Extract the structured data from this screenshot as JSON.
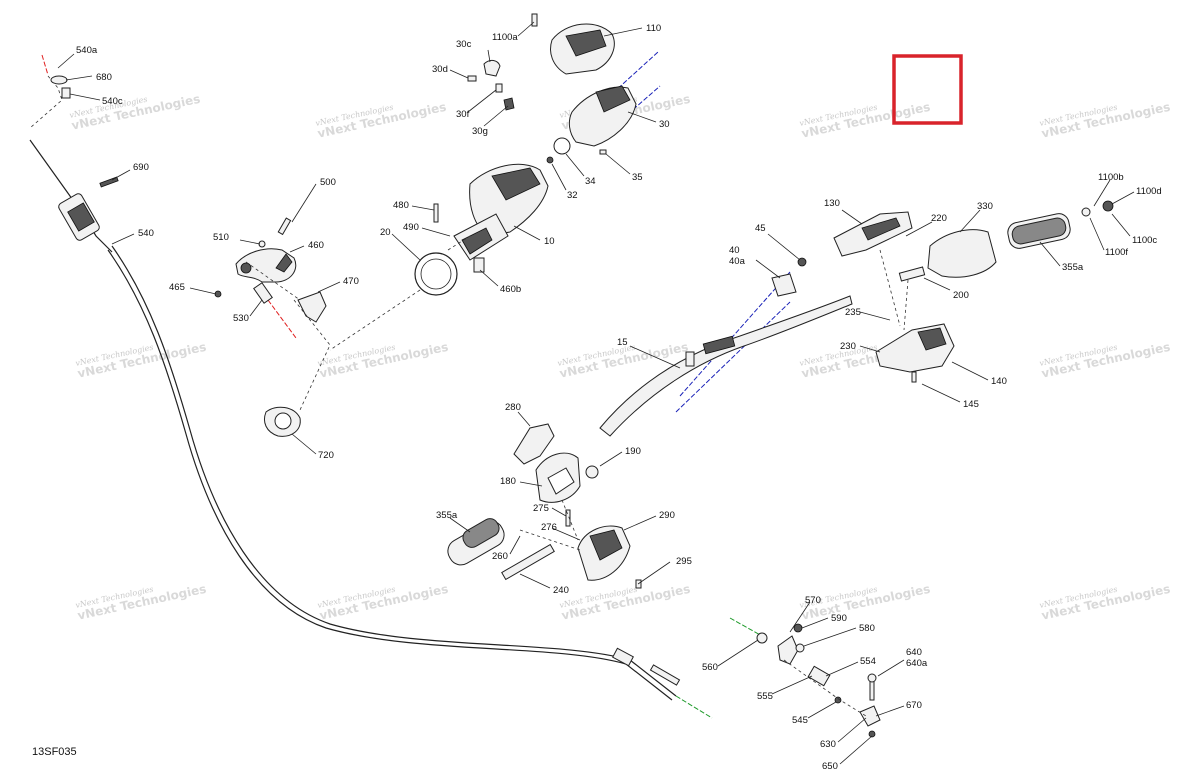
{
  "diagram_code": "13SF035",
  "watermark": {
    "line1": "vNext Technologies",
    "line2": "vNext Technologies"
  },
  "labels": {
    "l540a": "540a",
    "l680": "680",
    "l540c": "540c",
    "l690": "690",
    "l540": "540",
    "l500": "500",
    "l510": "510",
    "l460": "460",
    "l465": "465",
    "l470": "470",
    "l530": "530",
    "l720": "720",
    "l480": "480",
    "l490": "490",
    "l20": "20",
    "l460b": "460b",
    "l10": "10",
    "l110": "110",
    "l1100a": "1100a",
    "l30c": "30c",
    "l30d": "30d",
    "l30f": "30f",
    "l30g": "30g",
    "l30": "30",
    "l32": "32",
    "l34": "34",
    "l35": "35",
    "l45": "45",
    "l40": "40",
    "l40a": "40a",
    "l15": "15",
    "l130": "130",
    "l220": "220",
    "l330": "330",
    "l200": "200",
    "l355a_r": "355a",
    "l1100b": "1100b",
    "l1100d": "1100d",
    "l1100c": "1100c",
    "l1100f": "1100f",
    "l235": "235",
    "l230": "230",
    "l140": "140",
    "l145": "145",
    "l280": "280",
    "l190": "190",
    "l180": "180",
    "l275": "275",
    "l276": "276",
    "l290": "290",
    "l355a_l": "355a",
    "l260": "260",
    "l240": "240",
    "l295": "295",
    "l570": "570",
    "l590": "590",
    "l580": "580",
    "l560": "560",
    "l554": "554",
    "l640": "640",
    "l640a": "640a",
    "l555": "555",
    "l545": "545",
    "l670": "670",
    "l630": "630",
    "l650": "650"
  },
  "colors": {
    "red_box": "#d9232b",
    "blue_axis": "#1a22b8",
    "red_axis": "#e02020",
    "green_axis": "#1e9a2a"
  }
}
